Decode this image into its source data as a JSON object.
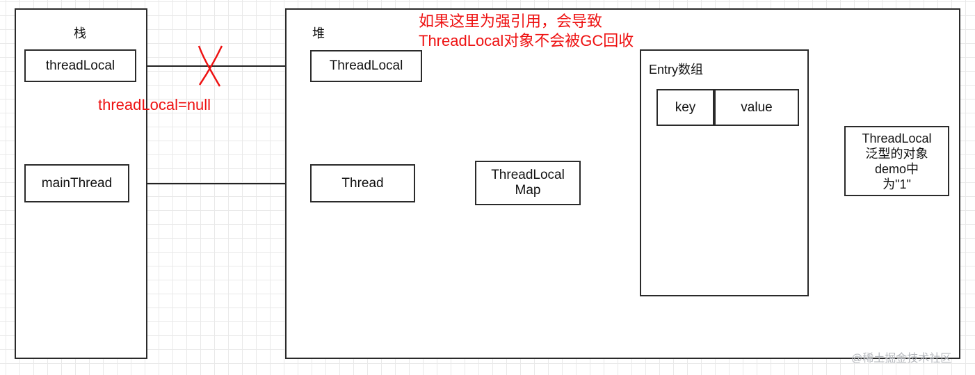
{
  "stack": {
    "title": "栈",
    "thread_local": "threadLocal",
    "main_thread": "mainThread"
  },
  "heap": {
    "title": "堆",
    "thread_local": "ThreadLocal",
    "thread": "Thread",
    "thread_local_map": "ThreadLocal\nMap",
    "entry_array": {
      "title": "Entry数组",
      "key": "key",
      "value": "value"
    }
  },
  "value_object": "ThreadLocal\n泛型的对象\ndemo中\n为\"1\"",
  "annotations": {
    "strong_ref_note": "如果这里为强引用，会导致\nThreadLocal对象不会被GC回收",
    "null_assignment": "threadLocal=null",
    "color": "#ee1111"
  },
  "watermark": "@稀土掘金技术社区"
}
